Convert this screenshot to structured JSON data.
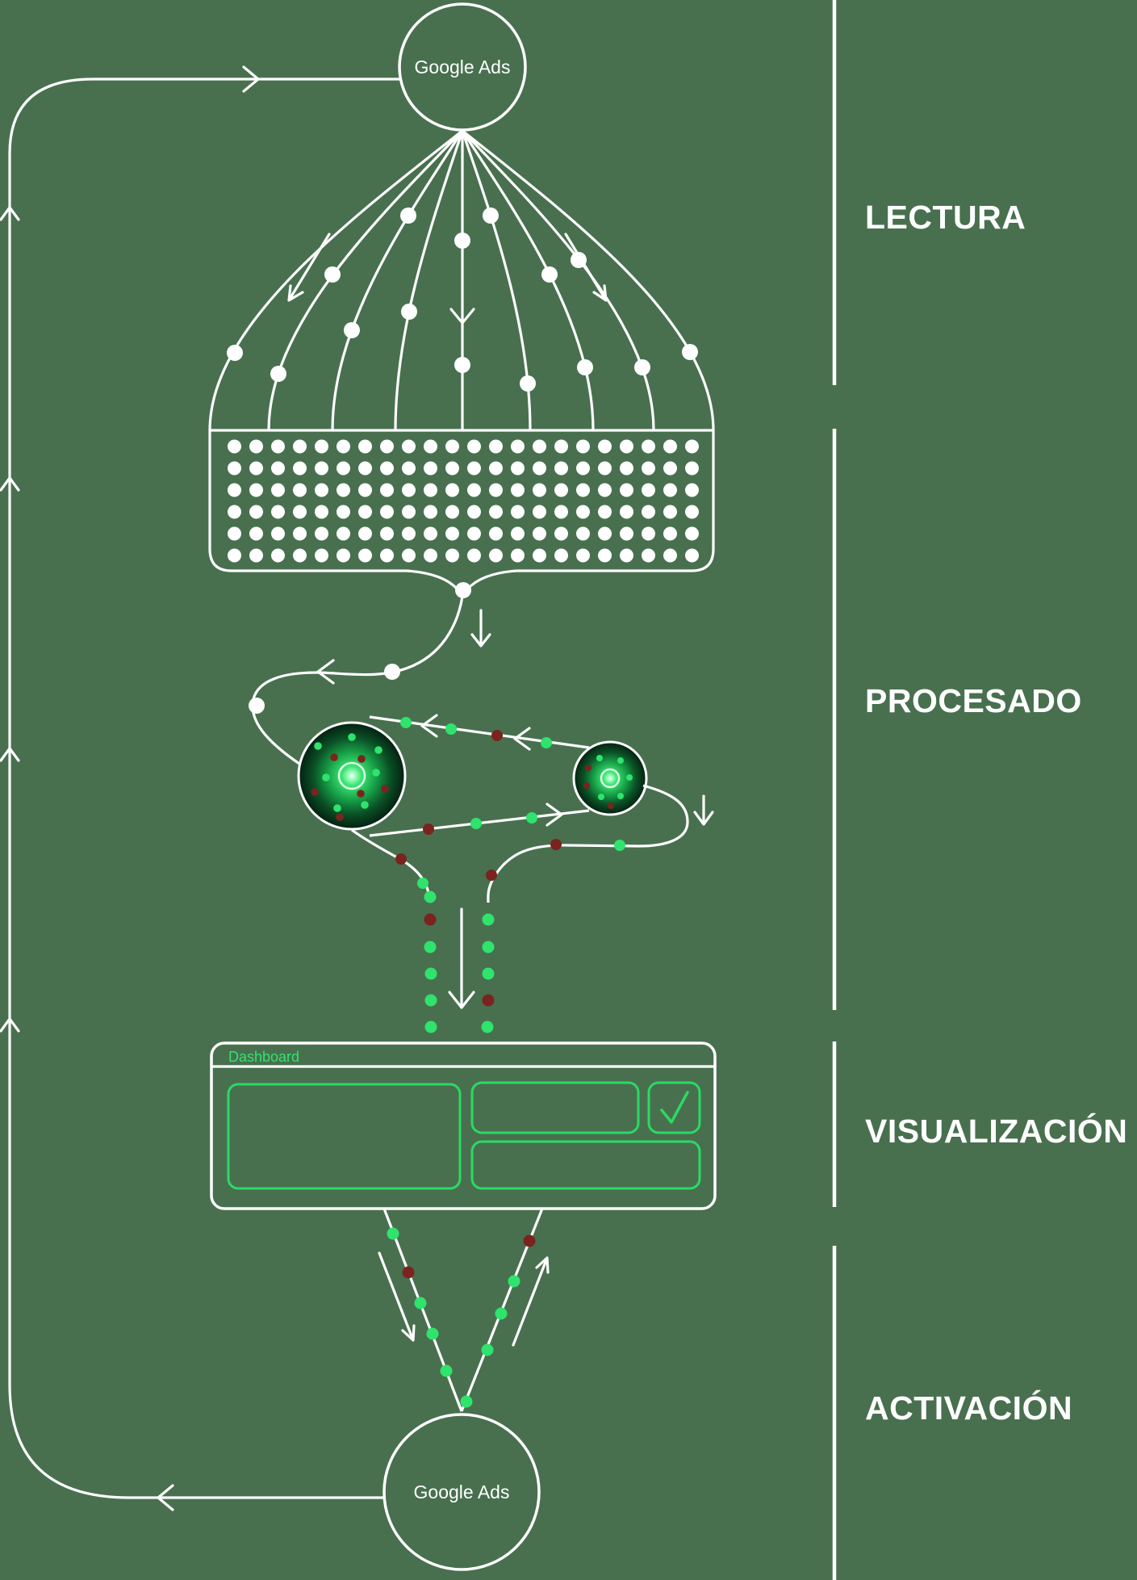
{
  "colors": {
    "background": "#48704F",
    "line": "#FFFFFF",
    "accent-green": "#2FE36D",
    "status-red": "#7B231F",
    "panel-green": "#2CD964"
  },
  "source_node": {
    "label": "Google Ads"
  },
  "destination_node": {
    "label": "Google Ads"
  },
  "stages": [
    {
      "label": "LECTURA"
    },
    {
      "label": "PROCESADO"
    },
    {
      "label": "VISUALIZACIÓN"
    },
    {
      "label": "ACTIVACIÓN"
    }
  ],
  "dashboard": {
    "title": "Dashboard"
  },
  "icons": [
    "check-icon",
    "arrow-down-icon",
    "arrow-left-icon",
    "arrow-right-icon",
    "arrow-up-icon"
  ]
}
